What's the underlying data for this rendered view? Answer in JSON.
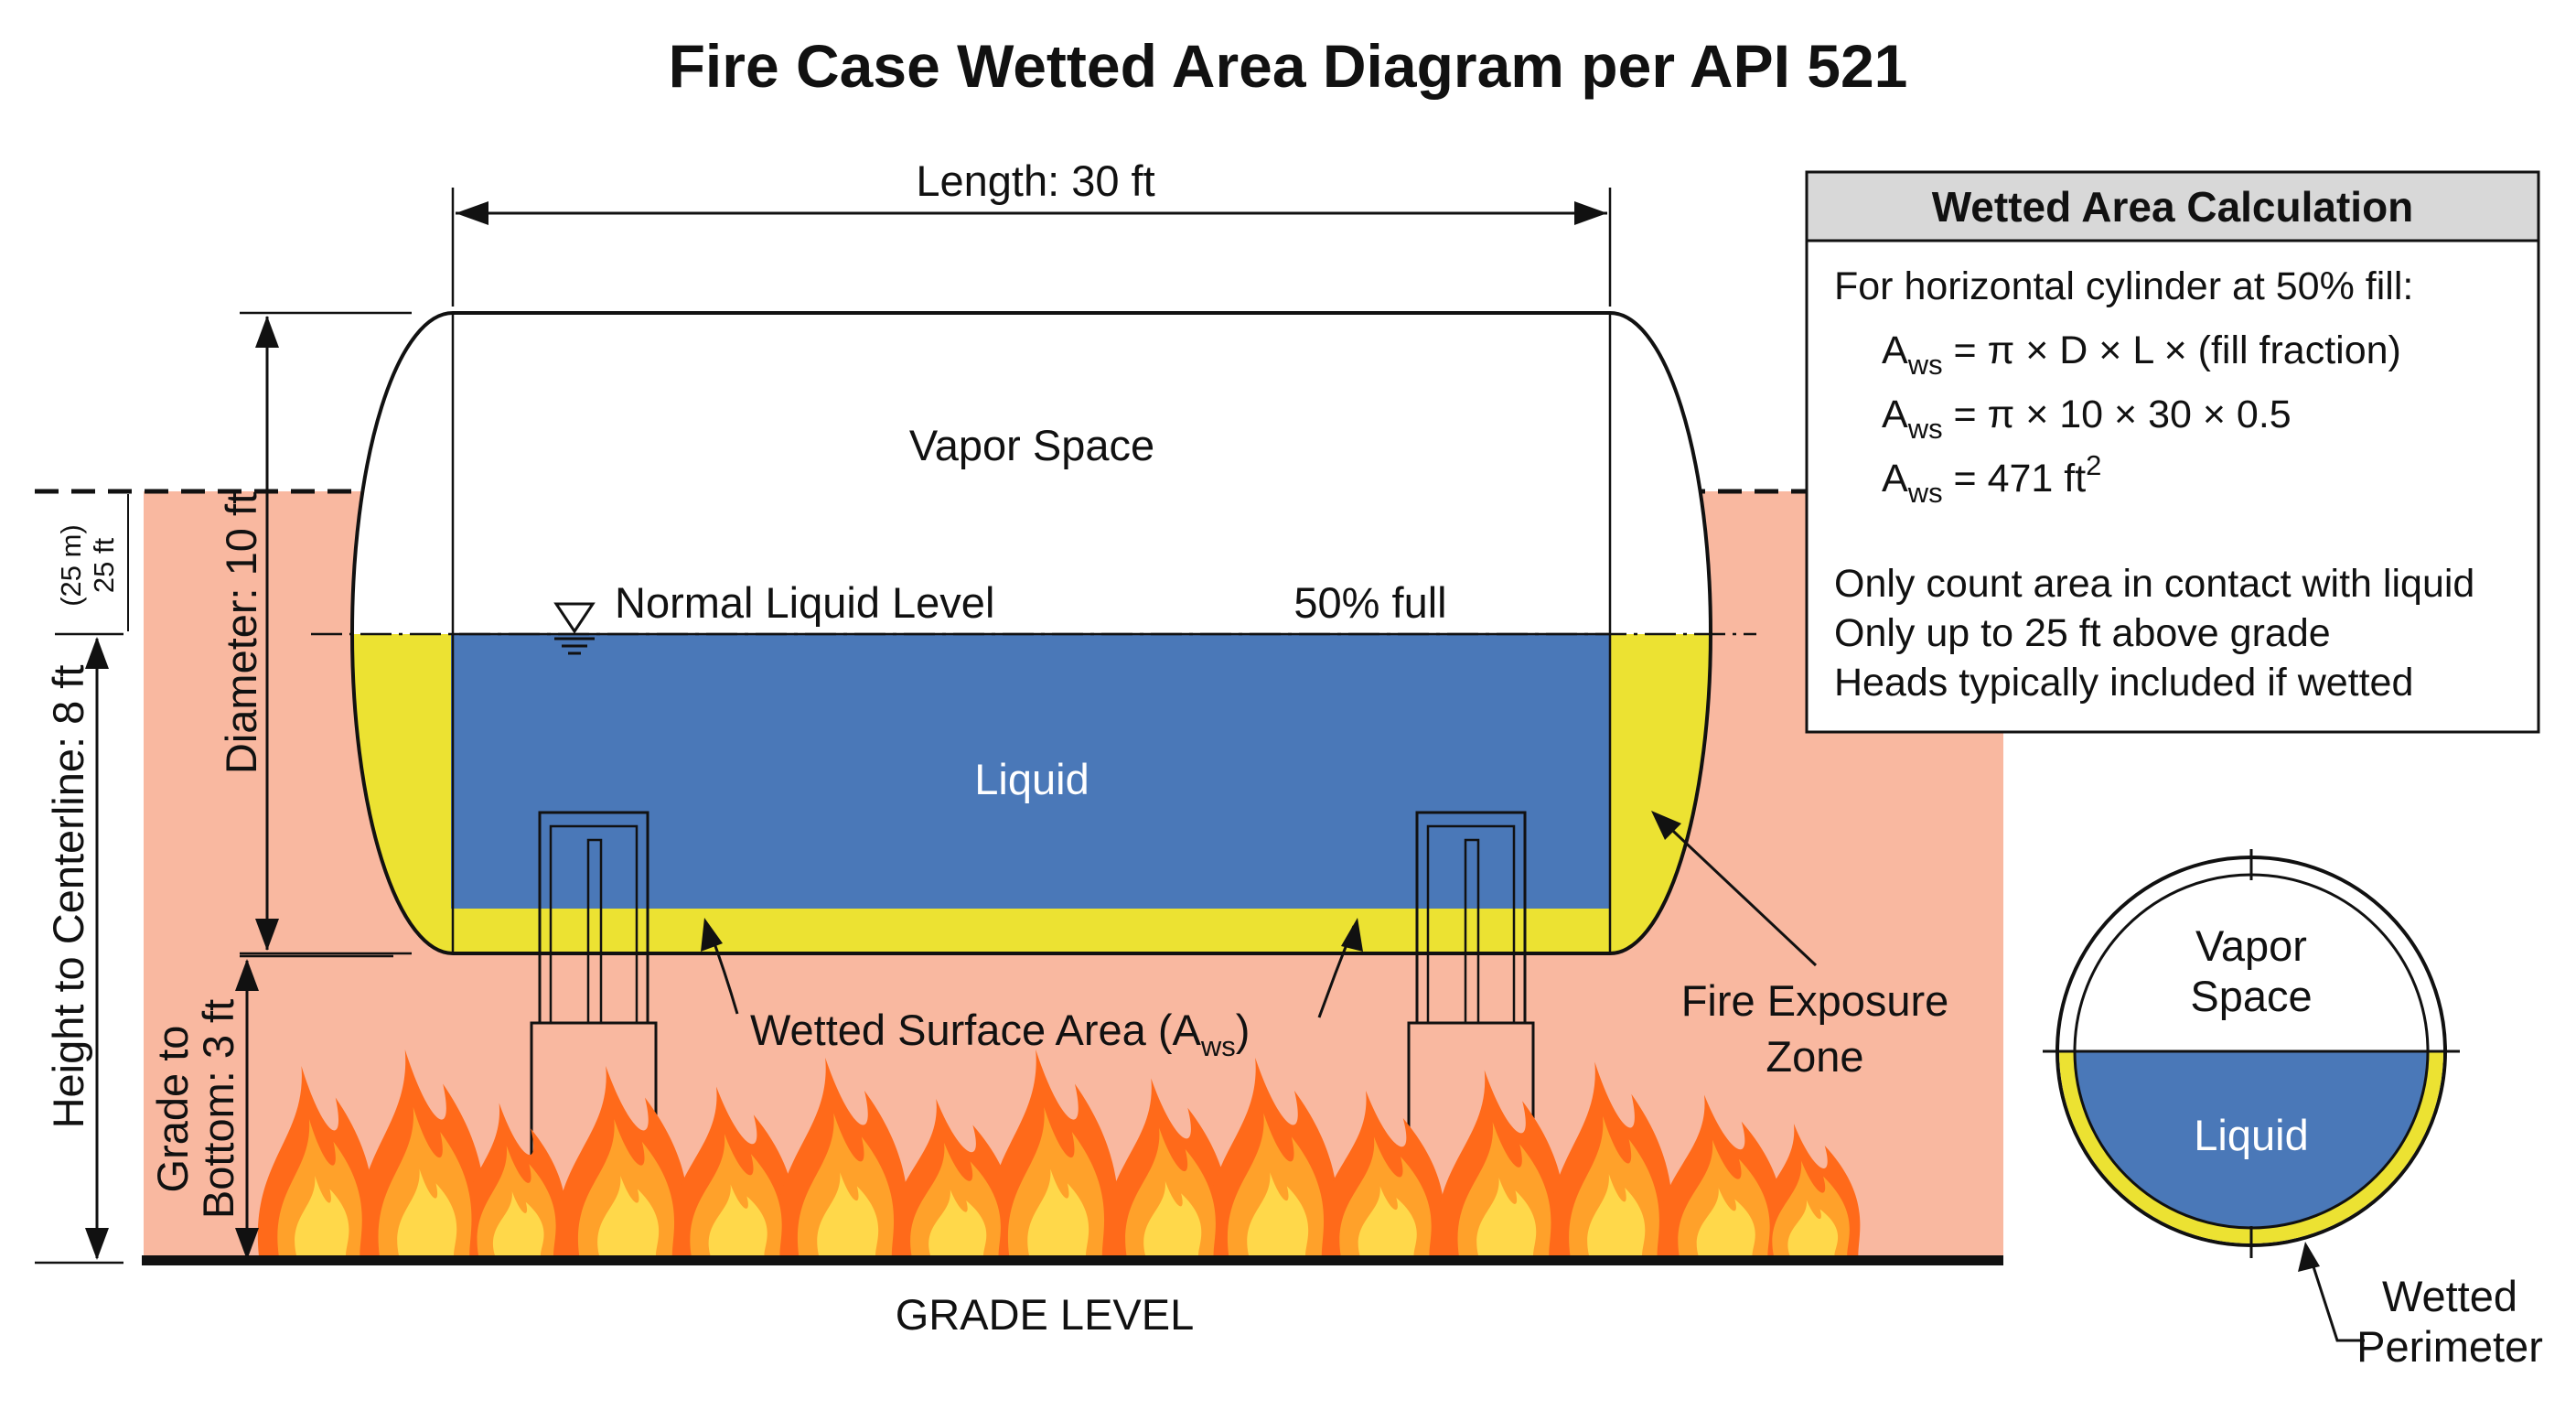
{
  "title": "Fire Case Wetted Area Diagram per API 521",
  "colors": {
    "fire_zone": "#f9b8a0",
    "liquid": "#4a78b8",
    "wetted": "#ece232",
    "flame_outer": "#ff6a1a",
    "flame_mid": "#ffa12a",
    "flame_inner": "#ffd84a",
    "panel_header": "#d8d8d8"
  },
  "dims": {
    "length": "Length: 30 ft",
    "diameter": "Diameter: 10 ft",
    "height_centerline": "Height to Centerline: 8 ft",
    "grade_to_bottom_1": "Grade to",
    "grade_to_bottom_2": "Bottom: 3 ft",
    "limit_a": "(25 m)",
    "limit_b": "25 ft"
  },
  "labels": {
    "vapor_space": "Vapor Space",
    "normal_liquid_level": "Normal Liquid Level",
    "fill_percent": "50% full",
    "liquid": "Liquid",
    "wetted_area_base": "Wetted Surface Area (A",
    "wetted_area_sub": "ws",
    "wetted_area_end": ")",
    "fire_zone_1": "Fire Exposure",
    "fire_zone_2": "Zone",
    "grade_level": "GRADE LEVEL"
  },
  "calc_panel": {
    "header": "Wetted Area Calculation",
    "intro": "For horizontal cylinder at 50% fill:",
    "eq_symbol": "A",
    "eq_sub": "ws",
    "eq1_rhs": " = π × D × L × (fill fraction)",
    "eq2_rhs": " = π × 10 × 30 × 0.5",
    "eq3_rhs": " = 471 ft",
    "eq3_sup": "2",
    "notes": [
      "Only count area in contact with liquid",
      "Only up to 25 ft above grade",
      "Heads typically included if wetted"
    ]
  },
  "cross_section": {
    "vapor_1": "Vapor",
    "vapor_2": "Space",
    "liquid": "Liquid",
    "wetted_1": "Wetted",
    "wetted_2": "Perimeter"
  }
}
